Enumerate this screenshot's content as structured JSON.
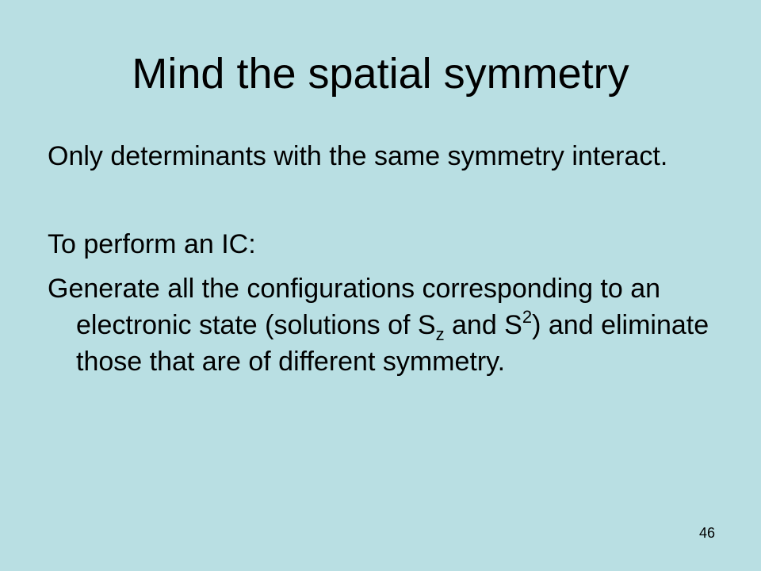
{
  "slide": {
    "title": "Mind the spatial symmetry",
    "para1": "Only determinants with the same symmetry interact.",
    "para2": "To perform an IC:",
    "para3": {
      "part1": "Generate all the configurations corresponding to an electronic state (solutions of S",
      "sub": "z",
      "part2": " and S",
      "sup": "2",
      "part3": ") and eliminate those that are of different symmetry."
    },
    "page_number": "46"
  },
  "colors": {
    "background": "#b9dfe3",
    "text": "#000000"
  }
}
